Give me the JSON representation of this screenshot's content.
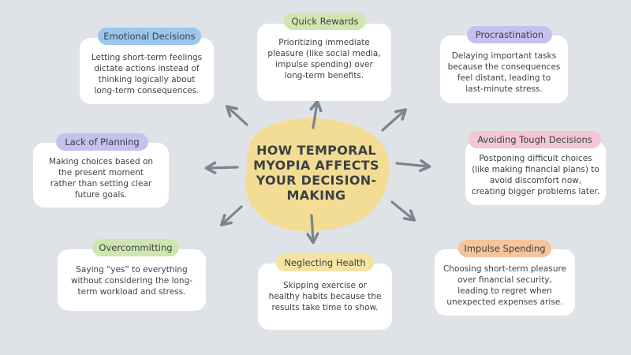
{
  "center": {
    "title_lines": [
      "HOW TEMPORAL",
      "MYOPIA AFFECTS",
      "YOUR DECISION-",
      "MAKING"
    ],
    "color": "#f3dc93"
  },
  "colors": {
    "arrow": "#7b858d",
    "blue": "#9cc6ec",
    "green": "#cfe6b0",
    "purple": "#c6c0ee",
    "pink": "#f4c7d4",
    "orange": "#f6c49b",
    "yellow": "#f6e3a3"
  },
  "cards": [
    {
      "title": "Quick Rewards",
      "lines": [
        "Prioritizing immediate",
        "pleasure (like social media,",
        "impulse spending) over",
        "long-term benefits."
      ]
    },
    {
      "title": "Emotional Decisions",
      "lines": [
        "Letting short-term feelings",
        "dictate actions instead of",
        "thinking logically about",
        "long-term consequences."
      ]
    },
    {
      "title": "Procrastination",
      "lines": [
        "Delaying important tasks",
        "because the consequences",
        "feel distant, leading to",
        "last-minute stress."
      ]
    },
    {
      "title": "Lack of Planning",
      "lines": [
        "Making choices based on",
        "the present moment",
        "rather than setting clear",
        "future goals."
      ]
    },
    {
      "title": "Avoiding Tough Decisions",
      "lines": [
        "Postponing difficult choices",
        "(like making financial plans) to",
        "avoid discomfort now,",
        "creating bigger problems later."
      ]
    },
    {
      "title": "Overcommitting",
      "lines": [
        "Saying “yes” to everything",
        "without considering the long-",
        "term workload and stress."
      ]
    },
    {
      "title": "Neglecting Health",
      "lines": [
        "Skipping exercise or",
        "healthy habits because the",
        "results take time to show."
      ]
    },
    {
      "title": "Impulse Spending",
      "lines": [
        "Choosing short-term pleasure",
        "over financial security,",
        "leading to regret when",
        "unexpected expenses arise."
      ]
    }
  ]
}
